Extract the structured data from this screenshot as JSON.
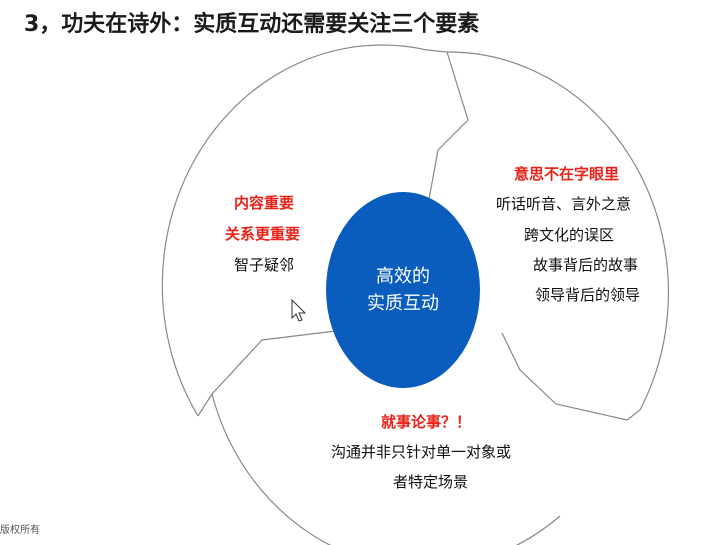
{
  "title": "3，功夫在诗外：实质互动还需要关注三个要素",
  "center": {
    "line1": "高效的",
    "line2": "实质互动"
  },
  "left": {
    "red1": "内容重要",
    "red2": "关系更重要",
    "line": "智子疑邻"
  },
  "right": {
    "red": "意思不在字眼里",
    "items": [
      "听话听音、言外之意",
      "跨文化的误区",
      "故事背后的故事",
      "领导背后的领导"
    ]
  },
  "bottom": {
    "red": "就事论事？！",
    "line1": "沟通并非只针对单一对象或",
    "line2": "者特定场景"
  },
  "footer": "版权所有",
  "colors": {
    "core": "#0a5cbd",
    "accent": "#e8231a",
    "ring": "#888888"
  }
}
